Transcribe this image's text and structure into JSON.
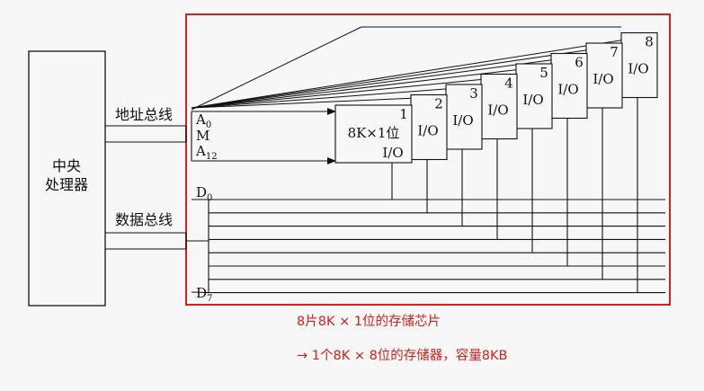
{
  "cpu": {
    "line1": "中央",
    "line2": "处理器"
  },
  "address_bus": {
    "label": "地址总线",
    "a0": "A",
    "a0_sub": "0",
    "m": "M",
    "a12": "A",
    "a12_sub": "12"
  },
  "data_bus": {
    "label": "数据总线",
    "d0": "D",
    "d0_sub": "0",
    "d7": "D",
    "d7_sub": "7"
  },
  "chips": [
    {
      "number": "1",
      "content": "8K×1位",
      "io": "I/O"
    },
    {
      "number": "2",
      "io": "I/O"
    },
    {
      "number": "3",
      "io": "I/O"
    },
    {
      "number": "4",
      "io": "I/O"
    },
    {
      "number": "5",
      "io": "I/O"
    },
    {
      "number": "6",
      "io": "I/O"
    },
    {
      "number": "7",
      "io": "I/O"
    },
    {
      "number": "8",
      "io": "I/O"
    }
  ],
  "caption": {
    "line1": "8片8K × 1位的存储芯片",
    "line2": "→  1个8K × 8位的存储器，容量8KB"
  },
  "colors": {
    "highlight": "#d0211c",
    "line": "#111111",
    "background": "#f7f7f7"
  }
}
